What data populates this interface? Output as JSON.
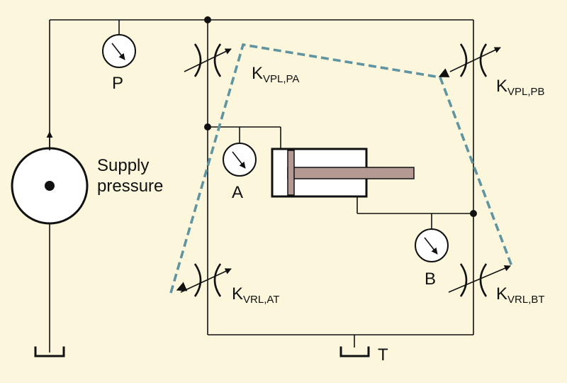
{
  "labels": {
    "supply_line1": "Supply",
    "supply_line2": "pressure",
    "gauge_p": "P",
    "gauge_a": "A",
    "gauge_b": "B",
    "tank": "T",
    "valve_pa": {
      "main": "K",
      "sub": "VPL,PA"
    },
    "valve_pb": {
      "main": "K",
      "sub": "VPL,PB"
    },
    "valve_at": {
      "main": "K",
      "sub": "VRL,AT"
    },
    "valve_bt": {
      "main": "K",
      "sub": "VRL,BT"
    }
  },
  "colors": {
    "background": "#fbf6dc",
    "line": "#111111",
    "dashed_link": "#5f94a0",
    "piston_rod": "#b59a94"
  }
}
